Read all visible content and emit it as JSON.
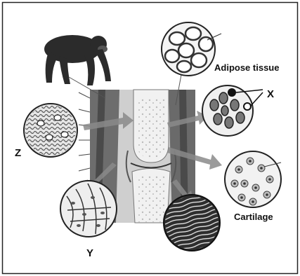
{
  "labels": {
    "adipose": "Adipose tissue",
    "cartilage": "Cartilage",
    "x": "X",
    "y": "Y",
    "z": "Z"
  },
  "colors": {
    "border": "#222222",
    "tissue_light": "#e8e8e8",
    "tissue_mid": "#9a9a9a",
    "tissue_dark": "#3a3a3a",
    "arrow": "#8a8a8a"
  },
  "icons": {
    "chimpanzee": "chimpanzee-silhouette",
    "joint": "knee-joint-cross-section"
  }
}
